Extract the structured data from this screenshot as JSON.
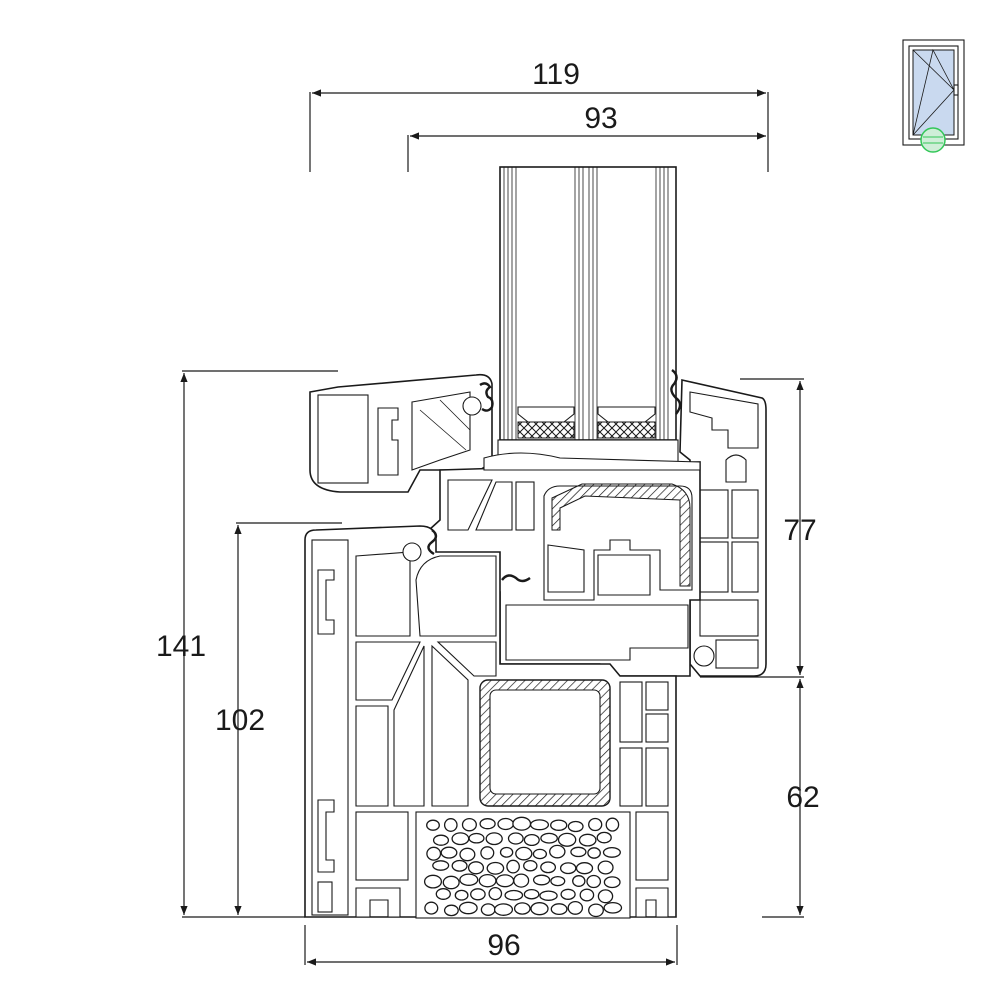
{
  "dimensions": {
    "overall_width": "119",
    "sash_width": "93",
    "frame_width": "96",
    "overall_height": "141",
    "frame_height": "102",
    "sash_height": "77",
    "bottom_height": "62"
  },
  "icon": {
    "name": "tilt-turn-window-icon",
    "accent": "#34c759",
    "glass_tint": "#c9d9ef"
  },
  "colors": {
    "line": "#1a1a1a",
    "background": "#ffffff"
  }
}
